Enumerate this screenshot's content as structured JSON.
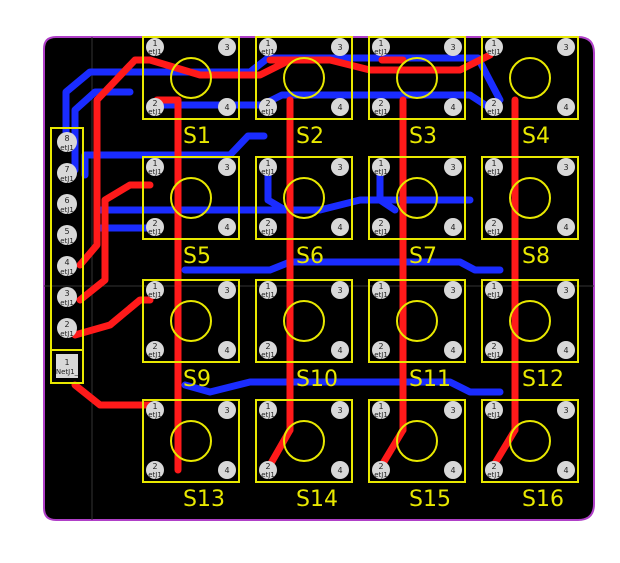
{
  "colors": {
    "board": "#000000",
    "outline": "#b040c8",
    "silkscreen": "#e8e800",
    "top_copper": "#ff1a1a",
    "bottom_copper": "#1a2cff",
    "pad": "#d8d8d8",
    "pad_text": "#222222",
    "page_bg": "#ffffff"
  },
  "switches": [
    {
      "label": "S1"
    },
    {
      "label": "S2"
    },
    {
      "label": "S3"
    },
    {
      "label": "S4"
    },
    {
      "label": "S5"
    },
    {
      "label": "S6"
    },
    {
      "label": "S7"
    },
    {
      "label": "S8"
    },
    {
      "label": "S9"
    },
    {
      "label": "S10"
    },
    {
      "label": "S11"
    },
    {
      "label": "S12"
    },
    {
      "label": "S13"
    },
    {
      "label": "S14"
    },
    {
      "label": "S15"
    },
    {
      "label": "S16"
    }
  ],
  "pad_labels": {
    "pin1": "1",
    "pin2": "2",
    "pin3": "3",
    "pin4": "4",
    "net": "etJ1"
  },
  "connector": {
    "pins": [
      "8",
      "7",
      "6",
      "5",
      "4",
      "3",
      "2",
      "1"
    ],
    "net": "NetJ1_"
  }
}
